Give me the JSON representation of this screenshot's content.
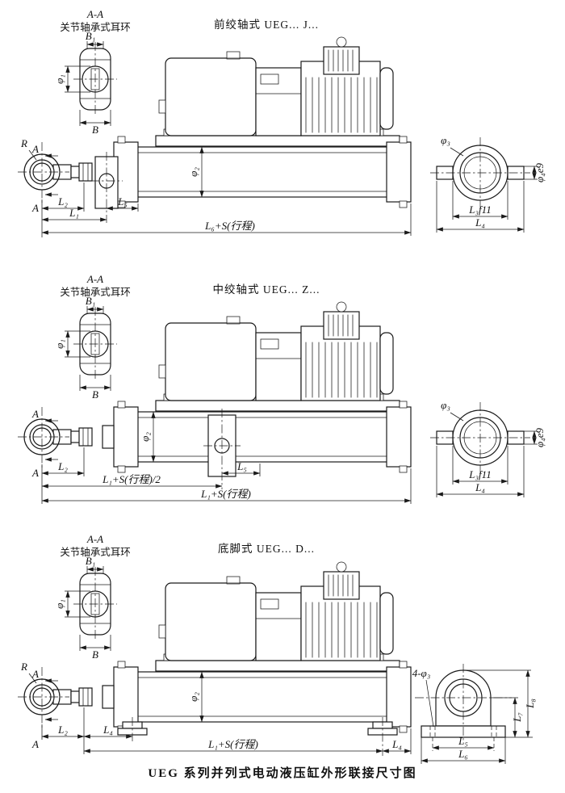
{
  "caption": "UEG 系列并列式电动液压缸外形联接尺寸图",
  "colors": {
    "ink": "#1a1a1a",
    "paper": "#ffffff"
  },
  "sections": {
    "front": {
      "detail": {
        "title": "A-A",
        "subtitle": "关节轴承式耳环",
        "dim_b1": "B₁",
        "dim_phi1": "φ₁",
        "dim_b": "B"
      },
      "title": "前绞轴式  UEG... J...",
      "dims": {
        "r": "R",
        "a_top": "A",
        "a_bottom": "A",
        "l2": "L₂",
        "l1": "L₁",
        "l5": "L₅",
        "l6s": "L₆+S(行程)",
        "phi2": "φ₂"
      },
      "side_view": {
        "phi3": "φ₃",
        "phi4": "φ₄e9",
        "l3": "L₃f11",
        "l4": "L₄"
      }
    },
    "middle": {
      "detail": {
        "title": "A-A",
        "subtitle": "关节轴承式耳环",
        "dim_b1": "B₁",
        "dim_phi1": "φ₁",
        "dim_b": "B"
      },
      "title": "中绞轴式  UEG... Z...",
      "dims": {
        "a_top": "A",
        "a_bottom": "A",
        "l2": "L₂",
        "l5": "L₅",
        "l1s_half": "L₁+S(行程)/2",
        "l1s": "L₁+S(行程)",
        "phi2": "φ₂"
      },
      "side_view": {
        "phi3": "φ₃",
        "phi4": "φ₄e9",
        "l3": "L₃f11",
        "l4": "L₄"
      }
    },
    "foot": {
      "detail": {
        "title": "A-A",
        "subtitle": "关节轴承式耳环",
        "dim_b1": "B₁",
        "dim_phi1": "φ₁",
        "dim_b": "B"
      },
      "title": "底脚式  UEG... D...",
      "dims": {
        "r": "R",
        "a_top": "A",
        "a_bottom": "A",
        "l2": "L₂",
        "l4_left": "L₄",
        "l1s": "L₁+S(行程)",
        "l4_right": "L₄",
        "phi2": "φ₂"
      },
      "side_view": {
        "holes": "4-φ₃",
        "l5": "L₅",
        "l6": "L₆",
        "l7": "L₇",
        "l8": "L₈"
      }
    }
  }
}
